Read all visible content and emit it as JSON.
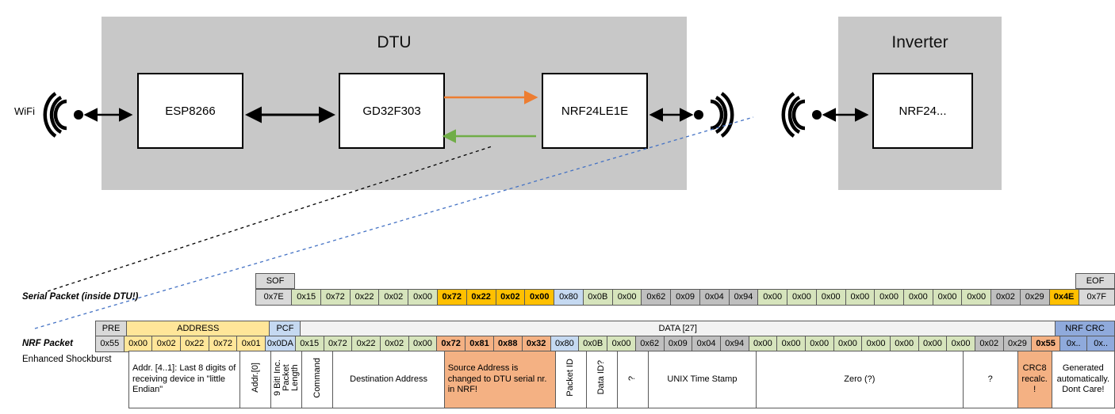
{
  "diagram": {
    "dtu": {
      "title": "DTU",
      "chips": [
        "ESP8266",
        "GD32F303",
        "NRF24LE1E"
      ]
    },
    "inverter": {
      "title": "Inverter",
      "chips": [
        "NRF24..."
      ]
    },
    "wifi_label": "WiFi",
    "arrow_colors": {
      "tx": "#ED7D31",
      "rx": "#70AD47",
      "bus": "#000000"
    }
  },
  "labels": {
    "serial_packet": "Serial Packet (inside DTU!)",
    "nrf_packet": "NRF Packet",
    "shockburst": "Enhanced Shockburst"
  },
  "serial": {
    "sof_header": "SOF",
    "eof_header": "EOF",
    "sof_value": "0x7E",
    "eof_value": "0x7F",
    "bytes": [
      {
        "v": "0x15",
        "c": "c-green"
      },
      {
        "v": "0x72",
        "c": "c-green"
      },
      {
        "v": "0x22",
        "c": "c-green"
      },
      {
        "v": "0x02",
        "c": "c-green"
      },
      {
        "v": "0x00",
        "c": "c-green"
      },
      {
        "v": "0x72",
        "c": "c-yellow"
      },
      {
        "v": "0x22",
        "c": "c-yellow"
      },
      {
        "v": "0x02",
        "c": "c-yellow"
      },
      {
        "v": "0x00",
        "c": "c-yellow"
      },
      {
        "v": "0x80",
        "c": "c-blue"
      },
      {
        "v": "0x0B",
        "c": "c-green"
      },
      {
        "v": "0x00",
        "c": "c-green"
      },
      {
        "v": "0x62",
        "c": "c-grey2"
      },
      {
        "v": "0x09",
        "c": "c-grey2"
      },
      {
        "v": "0x04",
        "c": "c-grey2"
      },
      {
        "v": "0x94",
        "c": "c-grey2"
      },
      {
        "v": "0x00",
        "c": "c-green"
      },
      {
        "v": "0x00",
        "c": "c-green"
      },
      {
        "v": "0x00",
        "c": "c-green"
      },
      {
        "v": "0x00",
        "c": "c-green"
      },
      {
        "v": "0x00",
        "c": "c-green"
      },
      {
        "v": "0x00",
        "c": "c-green"
      },
      {
        "v": "0x00",
        "c": "c-green"
      },
      {
        "v": "0x00",
        "c": "c-green"
      },
      {
        "v": "0x02",
        "c": "c-grey2"
      },
      {
        "v": "0x29",
        "c": "c-grey2"
      },
      {
        "v": "0x4E",
        "c": "c-amber"
      }
    ]
  },
  "nrf": {
    "group_headers": [
      {
        "label": "PRE",
        "span": 1,
        "c": "c-grey"
      },
      {
        "label": "ADDRESS",
        "span": 5,
        "c": "c-ylite"
      },
      {
        "label": "PCF",
        "span": 1,
        "c": "c-blue"
      },
      {
        "label": "DATA [27]",
        "span": 27,
        "c": "c-flite"
      },
      {
        "label": "NRF CRC",
        "span": 2,
        "c": "c-blued"
      }
    ],
    "bytes": [
      {
        "v": "0x55",
        "c": "c-grey"
      },
      {
        "v": "0x00",
        "c": "c-ylite"
      },
      {
        "v": "0x02",
        "c": "c-ylite"
      },
      {
        "v": "0x22",
        "c": "c-ylite"
      },
      {
        "v": "0x72",
        "c": "c-ylite"
      },
      {
        "v": "0x01",
        "c": "c-ylite"
      },
      {
        "v": "0x0DA",
        "c": "c-blue"
      },
      {
        "v": "0x15",
        "c": "c-green"
      },
      {
        "v": "0x72",
        "c": "c-green"
      },
      {
        "v": "0x22",
        "c": "c-green"
      },
      {
        "v": "0x02",
        "c": "c-green"
      },
      {
        "v": "0x00",
        "c": "c-green"
      },
      {
        "v": "0x72",
        "c": "c-orangeb"
      },
      {
        "v": "0x81",
        "c": "c-orangeb"
      },
      {
        "v": "0x88",
        "c": "c-orangeb"
      },
      {
        "v": "0x32",
        "c": "c-orangeb"
      },
      {
        "v": "0x80",
        "c": "c-blue"
      },
      {
        "v": "0x0B",
        "c": "c-green"
      },
      {
        "v": "0x00",
        "c": "c-green"
      },
      {
        "v": "0x62",
        "c": "c-grey2"
      },
      {
        "v": "0x09",
        "c": "c-grey2"
      },
      {
        "v": "0x04",
        "c": "c-grey2"
      },
      {
        "v": "0x94",
        "c": "c-grey2"
      },
      {
        "v": "0x00",
        "c": "c-green"
      },
      {
        "v": "0x00",
        "c": "c-green"
      },
      {
        "v": "0x00",
        "c": "c-green"
      },
      {
        "v": "0x00",
        "c": "c-green"
      },
      {
        "v": "0x00",
        "c": "c-green"
      },
      {
        "v": "0x00",
        "c": "c-green"
      },
      {
        "v": "0x00",
        "c": "c-green"
      },
      {
        "v": "0x00",
        "c": "c-green"
      },
      {
        "v": "0x02",
        "c": "c-grey2"
      },
      {
        "v": "0x29",
        "c": "c-grey2"
      },
      {
        "v": "0x55",
        "c": "c-orangeb"
      },
      {
        "v": "0x..",
        "c": "c-blued"
      },
      {
        "v": "0x..",
        "c": "c-blued"
      }
    ],
    "descriptions": [
      {
        "text": "",
        "span": 1,
        "c": "noborder",
        "orient": "h"
      },
      {
        "text": "Addr. [4..1]:\nLast 8 digits of receiving device in \"little Endian\"",
        "span": 4,
        "c": "c-white",
        "orient": "h"
      },
      {
        "text": "Addr.[0]",
        "span": 1,
        "c": "c-white",
        "orient": "v"
      },
      {
        "text": "9 Bit!\nInc. Packet Length",
        "span": 1,
        "c": "c-white",
        "orient": "v"
      },
      {
        "text": "Command",
        "span": 1,
        "c": "c-white",
        "orient": "v"
      },
      {
        "text": "Destination Address",
        "span": 4,
        "c": "c-white",
        "orient": "h"
      },
      {
        "text": "Source Address is changed to DTU serial nr. in NRF!",
        "span": 4,
        "c": "c-orange",
        "orient": "h"
      },
      {
        "text": "Packet ID",
        "span": 1,
        "c": "c-white",
        "orient": "v"
      },
      {
        "text": "Data ID?",
        "span": 1,
        "c": "c-white",
        "orient": "v"
      },
      {
        "text": "?",
        "span": 1,
        "c": "c-white",
        "orient": "v"
      },
      {
        "text": "UNIX Time Stamp",
        "span": 4,
        "c": "c-white",
        "orient": "h"
      },
      {
        "text": "Zero (?)",
        "span": 8,
        "c": "c-white",
        "orient": "h"
      },
      {
        "text": "?",
        "span": 2,
        "c": "c-white",
        "orient": "h"
      },
      {
        "text": "CRC8 recalc. !",
        "span": 1,
        "c": "c-orange",
        "orient": "h"
      },
      {
        "text": "Generated automatically. Dont Care!",
        "span": 2,
        "c": "c-white",
        "orient": "h"
      }
    ]
  }
}
